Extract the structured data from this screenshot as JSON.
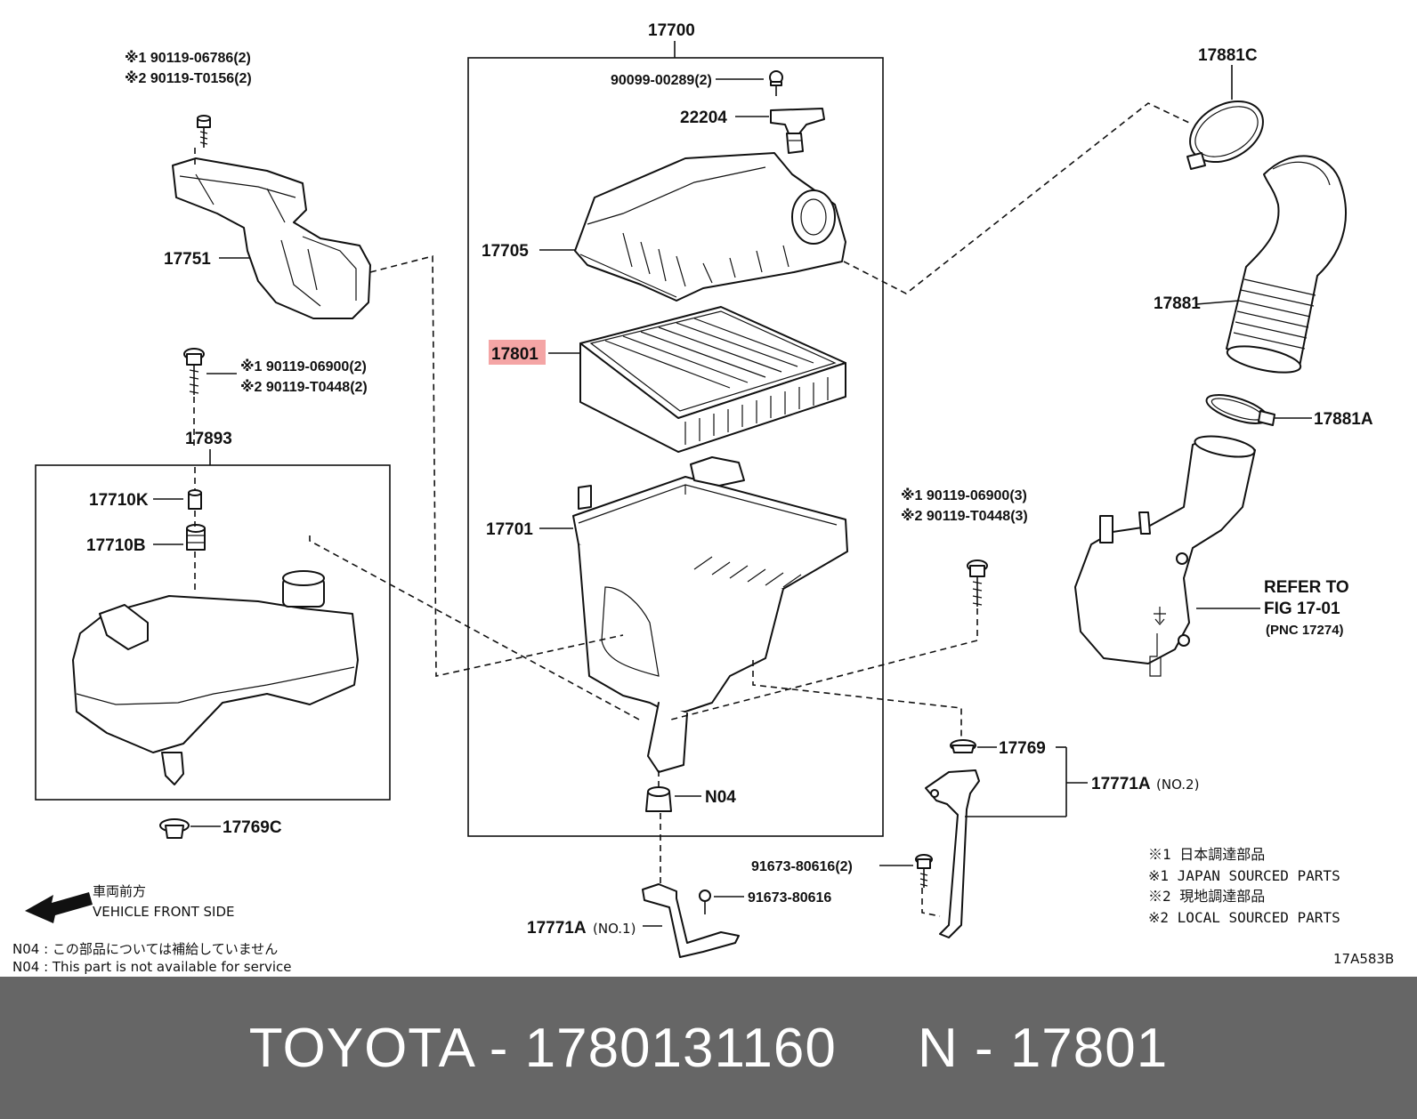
{
  "diagram_code": "17A583B",
  "labels": {
    "p17700": "17700",
    "p90099": "90099-00289(2)",
    "p22204": "22204",
    "p17705": "17705",
    "p17801": "17801",
    "p17701": "17701",
    "p17751": "17751",
    "p17893": "17893",
    "p17710K": "17710K",
    "p17710B": "17710B",
    "p17769C": "17769C",
    "p17881C": "17881C",
    "p17881": "17881",
    "p17881A": "17881A",
    "p17769": "17769",
    "p17771A2": "17771A",
    "p17771A2_suffix": "(NO.2)",
    "p17771A1": "17771A",
    "p17771A1_suffix": "(NO.1)",
    "pN04": "N04",
    "p91673a": "91673-80616(2)",
    "p91673b": "91673-80616",
    "bolt1_line1": "※1 90119-06786(2)",
    "bolt1_line2": "※2 90119-T0156(2)",
    "bolt2_line1": "※1 90119-06900(2)",
    "bolt2_line2": "※2 90119-T0448(2)",
    "bolt3_line1": "※1 90119-06900(3)",
    "bolt3_line2": "※2 90119-T0448(3)",
    "refer_line1": "REFER TO",
    "refer_line2": "FIG 17-01",
    "refer_line3": "(PNC 17274)"
  },
  "notes": {
    "front_jp": "車両前方",
    "front_en": "VEHICLE FRONT SIDE",
    "n04_jp": "N04 : この部品については補給していません",
    "n04_en": "N04 : This part is not available for service",
    "legend": [
      "※1 日本調達部品",
      "※1 JAPAN SOURCED PARTS",
      "※2 現地調達部品",
      "※2 LOCAL SOURCED PARTS"
    ]
  },
  "footer": {
    "text": "TOYOTA - 1780131160     N - 17801"
  },
  "colors": {
    "highlight": "#f4a5a5",
    "footer_bg": "#666666",
    "footer_text": "#ffffff"
  }
}
